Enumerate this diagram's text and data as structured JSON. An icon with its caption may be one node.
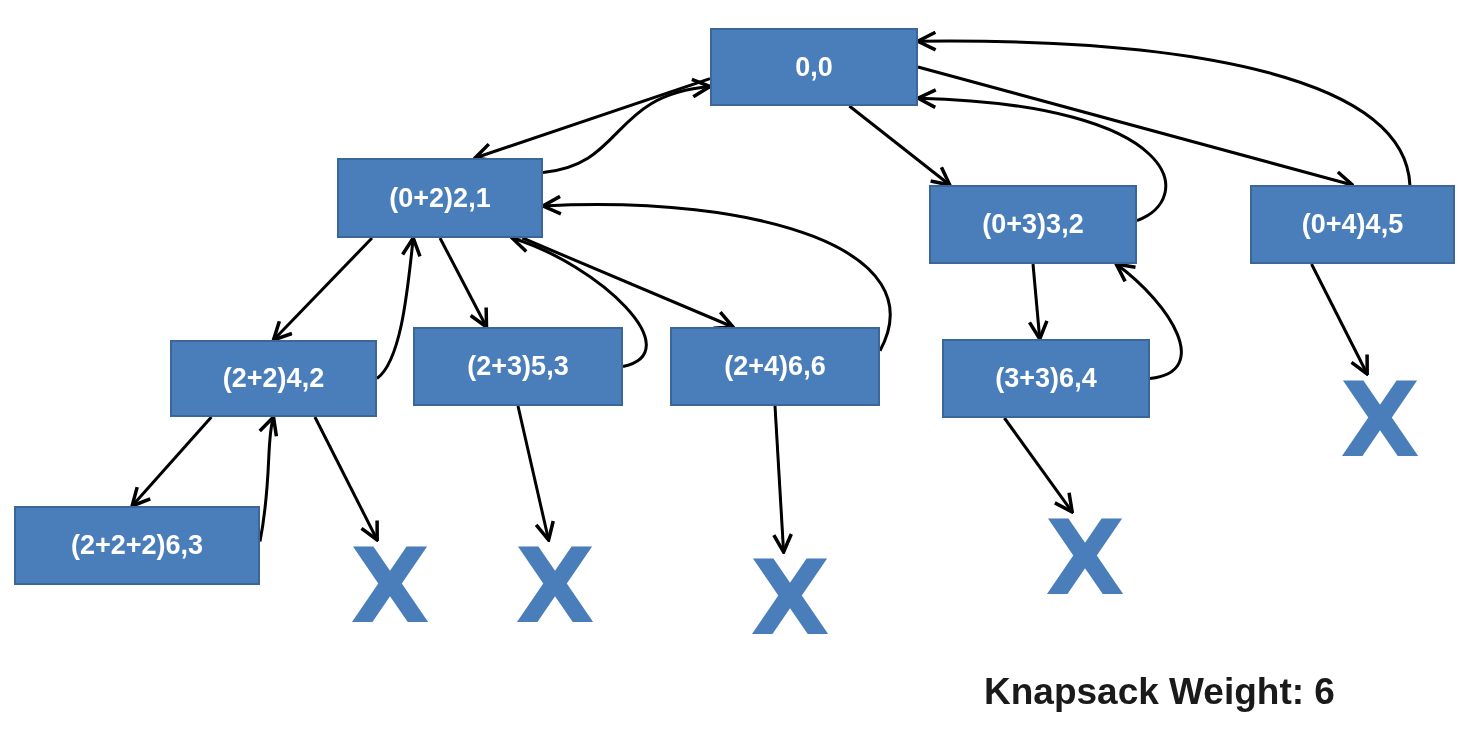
{
  "diagram": {
    "nodes": [
      {
        "text": [
          "0,0"
        ]
      },
      {
        "text": [
          "(0+2)2,1"
        ]
      },
      {
        "text": [
          "(0+3)3,2"
        ]
      },
      {
        "text": [
          "(0+4)4,5"
        ]
      },
      {
        "text": [
          "(2+2)4,2"
        ]
      },
      {
        "text": [
          "(2+3)5,3"
        ]
      },
      {
        "text": [
          "(2+4)6,6"
        ]
      },
      {
        "text": [
          "(3+3)6,4"
        ]
      },
      {
        "text": [
          "(2+2+2)6,3"
        ]
      },
      {
        "text": [
          "X"
        ]
      },
      {
        "text": [
          "X"
        ]
      },
      {
        "text": [
          "X"
        ]
      },
      {
        "text": [
          "X"
        ]
      },
      {
        "text": [
          "X"
        ]
      }
    ],
    "edges": [
      {
        "from": 0,
        "to": 1,
        "arrow": "to"
      },
      {
        "from": 1,
        "to": 0,
        "arrow": "to"
      },
      {
        "from": 0,
        "to": 2,
        "arrow": "to"
      },
      {
        "from": 2,
        "to": 0,
        "arrow": "to"
      },
      {
        "from": 0,
        "to": 3,
        "arrow": "to"
      },
      {
        "from": 3,
        "to": 0,
        "arrow": "to"
      },
      {
        "from": 1,
        "to": 4,
        "arrow": "to"
      },
      {
        "from": 4,
        "to": 1,
        "arrow": "to"
      },
      {
        "from": 1,
        "to": 5,
        "arrow": "to"
      },
      {
        "from": 5,
        "to": 1,
        "arrow": "to"
      },
      {
        "from": 1,
        "to": 6,
        "arrow": "to"
      },
      {
        "from": 6,
        "to": 1,
        "arrow": "to"
      },
      {
        "from": 2,
        "to": 7,
        "arrow": "to"
      },
      {
        "from": 7,
        "to": 2,
        "arrow": "to"
      },
      {
        "from": 3,
        "to": 13,
        "arrow": "to"
      },
      {
        "from": 4,
        "to": 8,
        "arrow": "to"
      },
      {
        "from": 8,
        "to": 4,
        "arrow": "to"
      },
      {
        "from": 4,
        "to": 9,
        "arrow": "to"
      },
      {
        "from": 5,
        "to": 10,
        "arrow": "to"
      },
      {
        "from": 6,
        "to": 11,
        "arrow": "to"
      },
      {
        "from": 7,
        "to": 12,
        "arrow": "to"
      }
    ],
    "labels": [
      "Knapsack Weight: 6"
    ]
  }
}
